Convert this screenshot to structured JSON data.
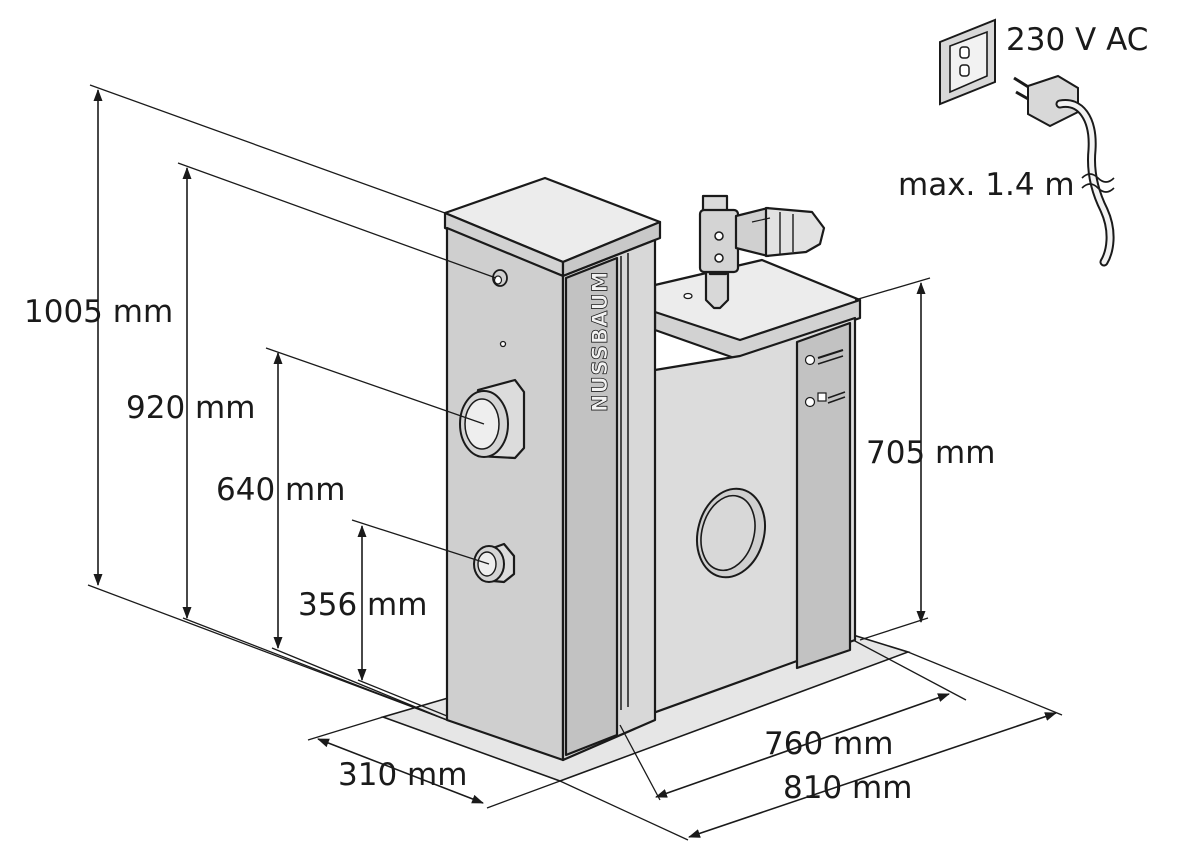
{
  "dimensions": {
    "total_height": "1005 mm",
    "upper_port_height": "920 mm",
    "inlet_height": "640 mm",
    "outlet_height": "356 mm",
    "rear_section_height": "705 mm",
    "depth": "310 mm",
    "length_inner": "760 mm",
    "length_outer": "810 mm"
  },
  "power": {
    "voltage": "230 V AC",
    "cable_length": "max. 1.4 m"
  },
  "brand": "NUSSBAUM",
  "colors": {
    "body": "#d6d6d6",
    "front_face": "#cfcfcf",
    "side_face": "#dcdcdc",
    "top_face": "#ececec",
    "panel": "#c2c2c2",
    "base_plate": "#e6e6e6",
    "line": "#1a1a1a"
  }
}
